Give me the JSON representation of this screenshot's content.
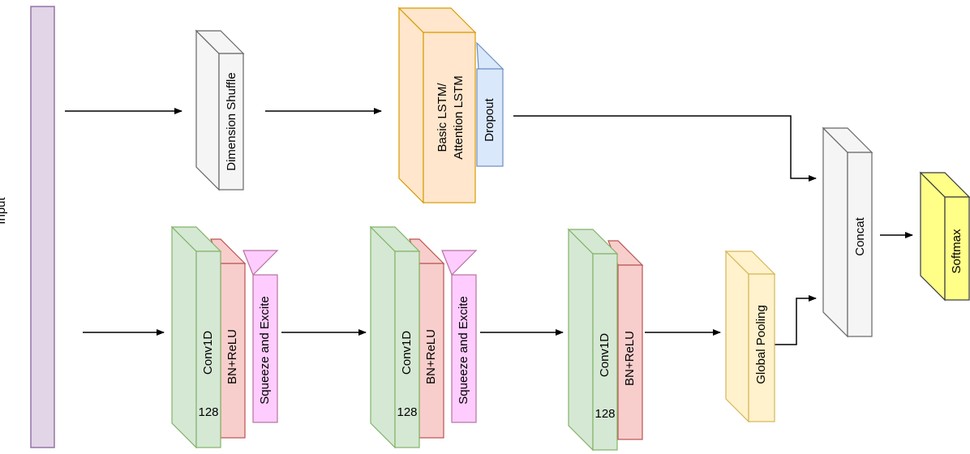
{
  "diagram": {
    "input_label": "Input",
    "dimension_shuffle": "Dimension Shuffle",
    "lstm_line1": "Basic LSTM/",
    "lstm_line2": "Attention LSTM",
    "dropout": "Dropout",
    "concat": "Concat",
    "softmax": "Softmax",
    "global_pooling": "Global Pooling",
    "conv_blocks": [
      {
        "conv": "Conv1D",
        "filters": "128",
        "bn": "BN+ReLU",
        "se": "Squeeze and Excite"
      },
      {
        "conv": "Conv1D",
        "filters": "128",
        "bn": "BN+ReLU",
        "se": "Squeeze and Excite"
      },
      {
        "conv": "Conv1D",
        "filters": "128",
        "bn": "BN+ReLU"
      }
    ]
  },
  "colors": {
    "input_fill": "#e1d5e7",
    "input_stroke": "#9673a6",
    "gray_fill": "#f5f5f5",
    "gray_stroke": "#666666",
    "orange_fill": "#ffe6cc",
    "orange_stroke": "#d79b00",
    "blue_fill": "#dae8fc",
    "blue_stroke": "#6c8ebf",
    "green_fill": "#d5e8d4",
    "green_stroke": "#82b366",
    "red_fill": "#f8cecc",
    "red_stroke": "#b85450",
    "pink_fill": "#ffccff",
    "pink_stroke": "#b5739d",
    "yellow_fill": "#fff2cc",
    "yellow_stroke": "#d6b656",
    "softmax_fill": "#ffff88",
    "softmax_stroke": "#36393d"
  }
}
